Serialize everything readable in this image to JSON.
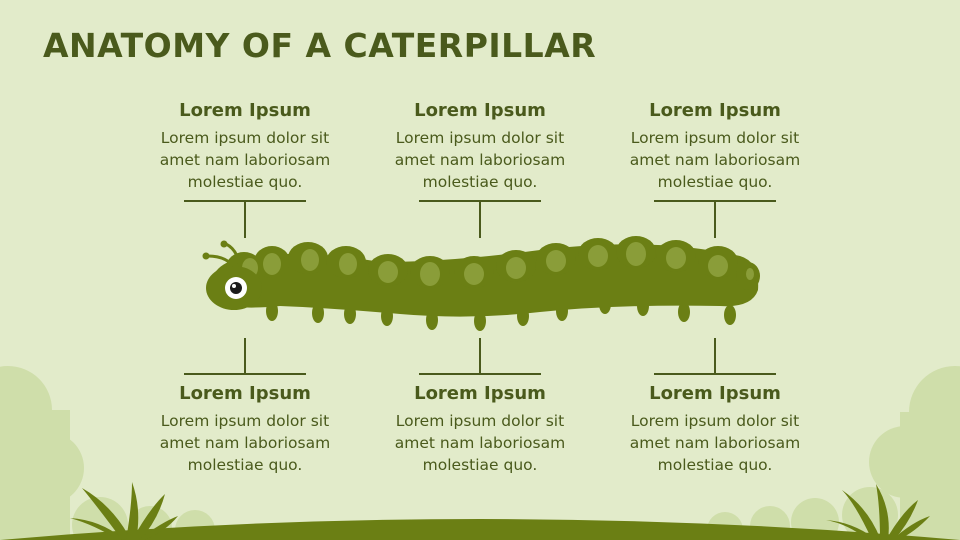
{
  "title": "ANATOMY OF A CATERPILLAR",
  "colors": {
    "background": "#e2ebca",
    "text": "#4a5a1c",
    "caterpillar_body": "#6b7f14",
    "caterpillar_spots": "#8a9d39",
    "bush": "#cfdeaa",
    "ground": "#6b7f14"
  },
  "labels": {
    "top_left": {
      "heading": "Lorem Ipsum",
      "body": "Lorem ipsum dolor sit amet nam laboriosam molestiae quo."
    },
    "top_center": {
      "heading": "Lorem Ipsum",
      "body": "Lorem ipsum dolor sit amet nam laboriosam molestiae quo."
    },
    "top_right": {
      "heading": "Lorem Ipsum",
      "body": "Lorem ipsum dolor sit amet nam laboriosam molestiae quo."
    },
    "bottom_left": {
      "heading": "Lorem Ipsum",
      "body": "Lorem ipsum dolor sit amet nam laboriosam molestiae quo."
    },
    "bottom_center": {
      "heading": "Lorem Ipsum",
      "body": "Lorem ipsum dolor sit amet nam laboriosam molestiae quo."
    },
    "bottom_right": {
      "heading": "Lorem Ipsum",
      "body": "Lorem ipsum dolor sit amet nam laboriosam molestiae quo."
    }
  },
  "icons": [
    "caterpillar-illustration",
    "bush-decoration",
    "grass-tuft-icon",
    "ground-hill"
  ]
}
